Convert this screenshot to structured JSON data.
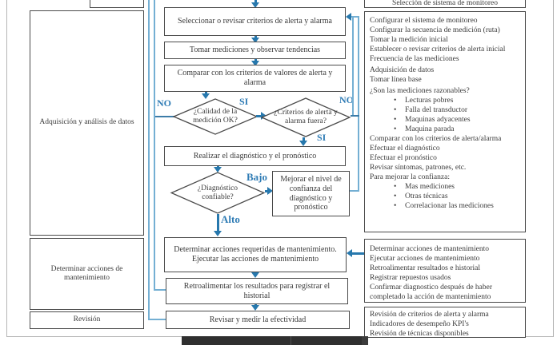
{
  "colors": {
    "accent_blue": "#2778ad",
    "loop_blue": "#74afd3",
    "border_gray": "#4a4a4a",
    "bar_black": "#2f2f2f"
  },
  "icons": {
    "bullet": "•"
  },
  "left_column": {
    "row_adquisicion": "Adquisición y análisis de datos",
    "row_determinar": "Determinar acciones de mantenimiento",
    "row_revision": "Revisión"
  },
  "flowchart": {
    "seleccionar": "Seleccionar o revisar criterios de alerta y alarma",
    "tomar": "Tomar mediciones y observar tendencias",
    "comparar": "Comparar con los criterios de valores de alerta y alarma",
    "calidad": "¿Calidad de la medición OK?",
    "criterios": "¿Criterios de alerta y alarma fuera?",
    "realizar": "Realizar el diagnóstico y el pronóstico",
    "diagnostico": "¿Diagnóstico confiable?",
    "mejorar": "Mejorar el nivel de confianza del diagnóstico y pronóstico",
    "determinar": "Determinar acciones requeridas de mantenimiento.",
    "ejecutar": "Ejecutar las acciones de mantenimiento",
    "retroalimentar": "Retroalimentar los resultados para registrar el historial",
    "revisar": "Revisar y medir la efectividad",
    "labels": {
      "no_left": "NO",
      "si_mid": "SI",
      "no_right": "NO",
      "si_down": "SI",
      "bajo": "Bajo",
      "alto": "Alto"
    }
  },
  "right_column": {
    "top_fragment": "Selección de sistema de monitoreo",
    "box1": {
      "l1": "Configurar el sistema de monitoreo",
      "l2": "Configurar la secuencia de medición (ruta)",
      "l3": "Tomar la medición inicial",
      "l4": "Establecer o revisar criterios de alerta inicial",
      "l5": "Frecuencia de las mediciones",
      "l6": "Adquisición de datos",
      "l7": "Tomar línea base",
      "l8": "¿Son las mediciones razonables?",
      "b1": "Lecturas pobres",
      "b2": "Falla del transductor",
      "b3": "Maquinas adyacentes",
      "b4": "Maquina parada",
      "l9": "Comparar con los criterios de alerta/alarma",
      "l10": "Efectuar el diagnóstico",
      "l11": "Efectuar el pronóstico",
      "l12": "Revisar síntomas, patrones, etc.",
      "l13": "Para mejorar la confianza:",
      "b5": "Mas mediciones",
      "b6": "Otras técnicas",
      "b7": "Correlacionar las mediciones"
    },
    "box2": {
      "l1": "Determinar acciones de mantenimiento",
      "l2": "Ejecutar acciones de mantenimiento",
      "l3": "Retroalimentar resultados e historial",
      "l4": "Registrar repuestos usados",
      "l5": "Confirmar diagnostico después de haber completado la acción de mantenimiento"
    },
    "box3": {
      "l1": "Revisión de criterios de alerta y alarma",
      "l2": "Indicadores de desempeño KPI's",
      "l3": "Revisión de técnicas disponibles"
    }
  }
}
